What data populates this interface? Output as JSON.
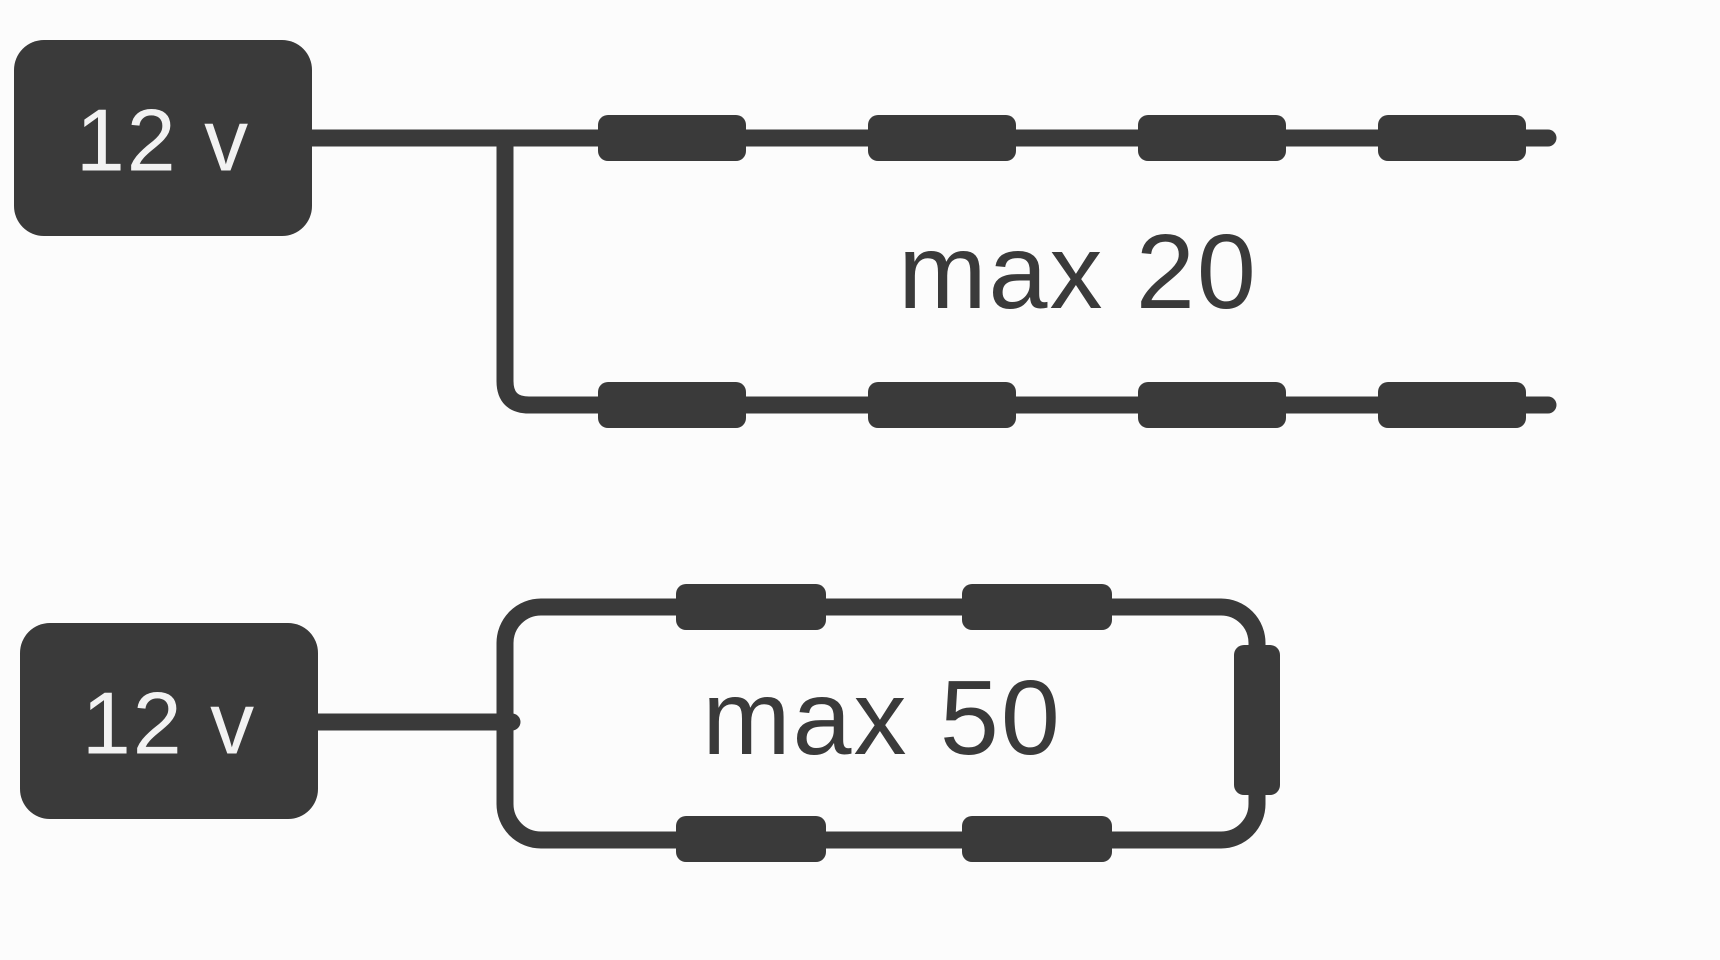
{
  "diagram": {
    "colors": {
      "shape": "#3a3a3a",
      "background": "#fcfcfc",
      "label_text": "#f2f2f2",
      "annotation_text": "#3a3a3a"
    },
    "top_circuit": {
      "power_label": "12 v",
      "max_label": "max 20",
      "branch_count": 2,
      "modules_per_branch": 4
    },
    "bottom_circuit": {
      "power_label": "12 v",
      "max_label": "max 50",
      "loop_module_count": 5
    }
  }
}
